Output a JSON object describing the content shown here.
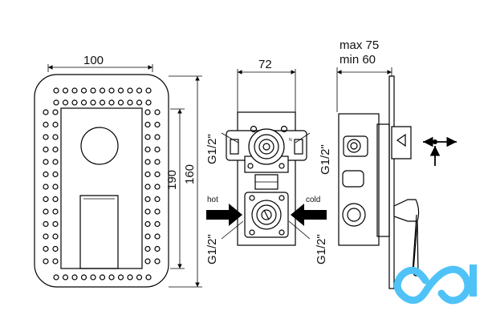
{
  "front_view": {
    "width_label": "100",
    "height_outer_label": "190",
    "height_inner_label": "160"
  },
  "valve_view": {
    "width_label": "72",
    "thread_label": "G1/2\"",
    "hot_label": "hot",
    "cold_label": "cold"
  },
  "side_view": {
    "max_label": "max 75",
    "min_label": "min 60"
  },
  "colors": {
    "line": "#000000",
    "watermark": "#4fc3f7"
  }
}
